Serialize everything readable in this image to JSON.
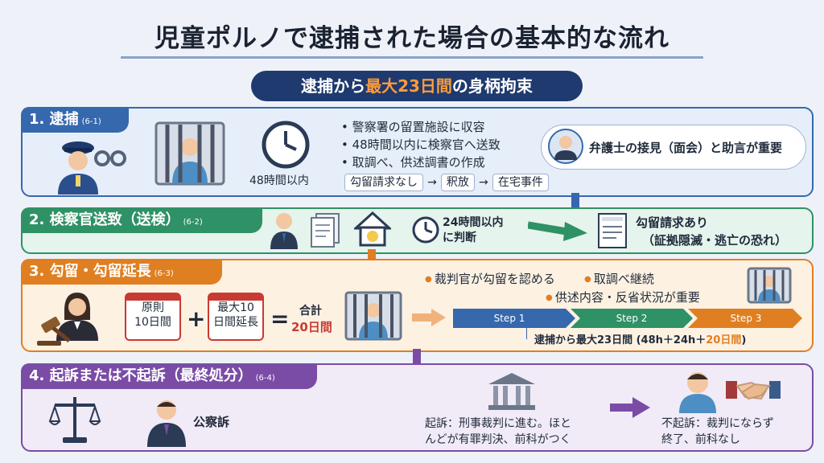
{
  "title": "児童ポルノで逮捕された場合の基本的な流れ",
  "banner": {
    "prefix": "逮捕から",
    "highlight": "最大23日間",
    "suffix": "の身柄拘束"
  },
  "colors": {
    "blue": "#3568ad",
    "green": "#2f9166",
    "orange": "#e07f21",
    "purple": "#7a4ca6",
    "navy": "#1e3a6e",
    "red": "#c93a32"
  },
  "section1": {
    "label": "1. 逮捕",
    "ref": "(6-1)",
    "time": "48時間以内",
    "bullets": [
      "警察署の留置施設に収容",
      "48時間以内に検察官へ送致",
      "取調べ、供述調書の作成"
    ],
    "flow": [
      "勾留請求なし",
      "釈放",
      "在宅事件"
    ],
    "lawyer_note": "弁護士の接見（面会）と助言が重要",
    "icons": [
      "police-officer-icon",
      "handcuffs-icon",
      "jail-cell-icon",
      "clock-icon",
      "lawyer-avatar-icon"
    ]
  },
  "section2": {
    "label": "2.  検察官送致（送検）",
    "ref": "(6-2)",
    "time_line1": "24時間以内",
    "time_line2": "に判断",
    "outcome_line1": "勾留請求あり",
    "outcome_line2": "（証拠隠滅・逃亡の恐れ）",
    "icons": [
      "prosecutor-icon",
      "documents-icon",
      "home-icon",
      "clock-icon",
      "request-form-icon"
    ]
  },
  "section3": {
    "label": "3. 勾留・勾留延長",
    "ref": "(6-3)",
    "box1_line1": "原則",
    "box1_line2": "10日間",
    "box2_line1": "最大10",
    "box2_line2": "日間延長",
    "plus": "+",
    "equals": "=",
    "total_label": "合計",
    "total_value": "20日間",
    "bullets": [
      "裁判官が勾留を認める",
      "取調べ継続",
      "供述内容・反省状況が重要"
    ],
    "steps": [
      "Step 1",
      "Step 2",
      "Step 3"
    ],
    "summary_prefix": "逮捕から最大23日間 (48h＋24h＋",
    "summary_highlight": "20日間",
    "summary_suffix": ")",
    "icons": [
      "judge-icon",
      "gavel-icon",
      "jail-cell-icon"
    ]
  },
  "section4": {
    "label": "4. 起訴または不起訴（最終処分）",
    "ref": "(6-4)",
    "public_charge": "公察訴",
    "indict_line1": "起訴：刑事裁判に進む。ほと",
    "indict_line2": "んどが有罪判決、前科がつく",
    "nonindict_line1": "不起訴：裁判にならず",
    "nonindict_line2": "終了、前科なし",
    "icons": [
      "scales-of-justice-icon",
      "prosecutor-icon",
      "courthouse-icon",
      "person-icon",
      "handshake-icon"
    ]
  }
}
